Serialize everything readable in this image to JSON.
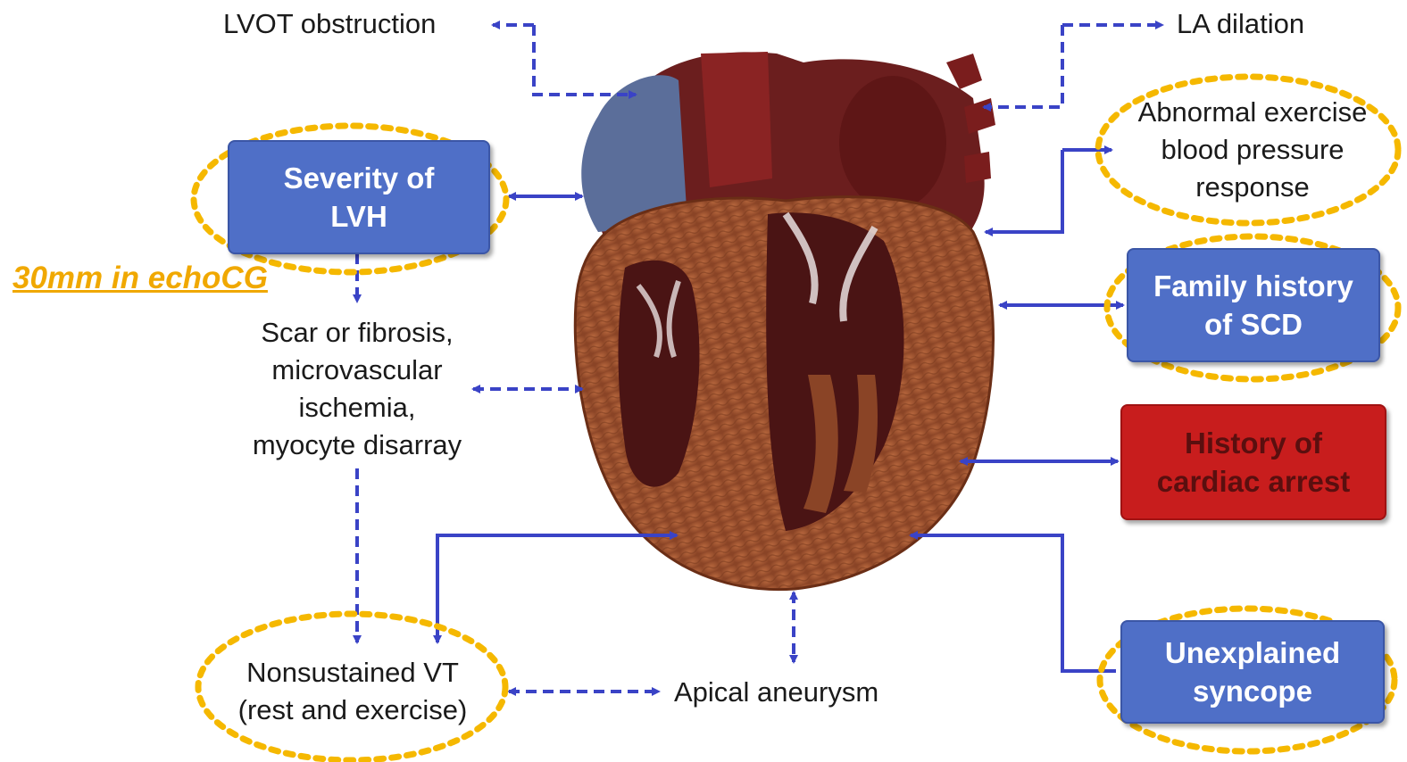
{
  "accent_color": "#f5b800",
  "arrow_color": "#3a43c6",
  "box_color": "#4f6fc7",
  "alert_box_color": "#c81d1d",
  "labels": {
    "lvot": "LVOT obstruction",
    "la": "LA dilation",
    "bp": [
      "Abnormal exercise",
      "blood pressure",
      "response"
    ],
    "scar": [
      "Scar or fibrosis,",
      "microvascular",
      "ischemia,",
      "myocyte disarray"
    ],
    "nsvt": [
      "Nonsustained VT",
      "(rest and exercise)"
    ],
    "apical": "Apical aneurysm"
  },
  "boxes": {
    "lvh": [
      "Severity of",
      "LVH"
    ],
    "scd": [
      "Family history",
      "of SCD"
    ],
    "arrest": [
      "History of",
      "cardiac arrest"
    ],
    "syncope": [
      "Unexplained",
      "syncope"
    ]
  },
  "annotation": "30mm in echoCG",
  "heart_icon": "heart-cross-section-icon"
}
